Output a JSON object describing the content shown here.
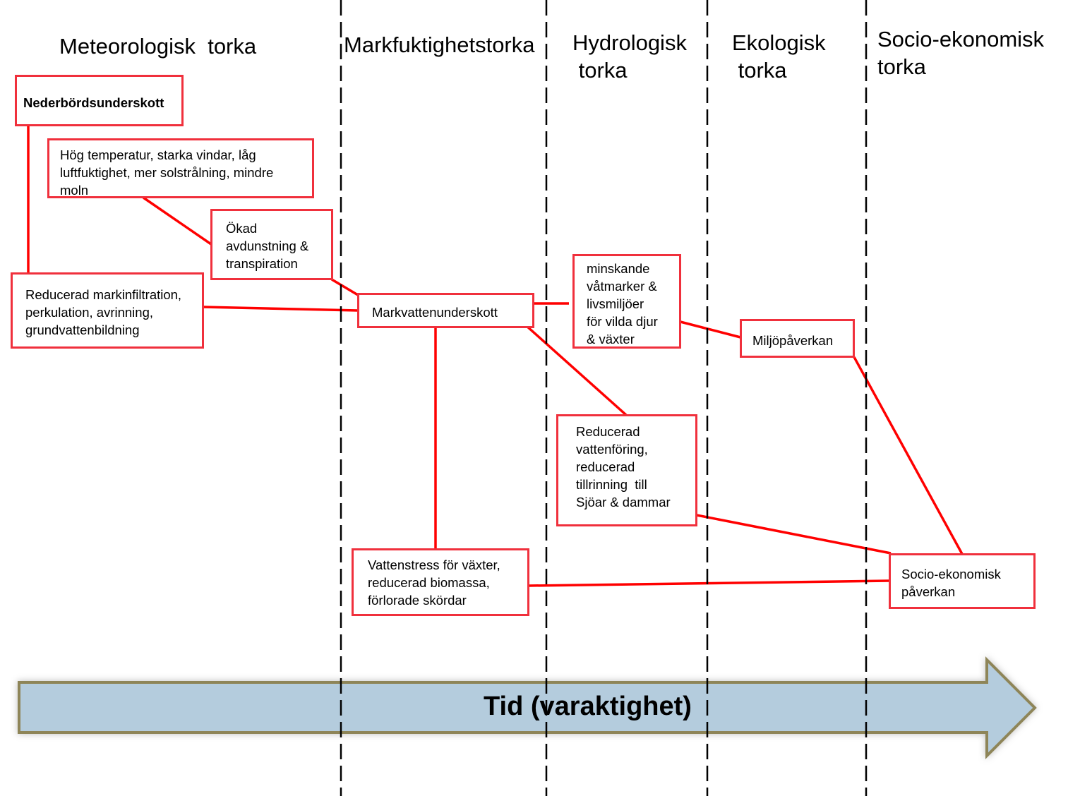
{
  "headers": {
    "meteorological": "Meteorologisk  torka",
    "soil_moisture": "Markfuktighetstorka",
    "hydrological": "Hydrologisk\n torka",
    "ecological": "Ekologisk\n torka",
    "socio_economic": "Socio-ekonomisk\ntorka"
  },
  "boxes": {
    "precipitation_deficit": "Nederbördsunderskott",
    "high_temperature": "Hög temperatur, starka vindar, låg\nluftfuktighet, mer solstrålning, mindre\nmoln",
    "increased_evaporation": "Ökad\navdunstning &\ntranspiration",
    "reduced_infiltration": "Reducerad markinfiltration,\nperkulation, avrinning,\ngrundvattenbildning",
    "soil_water_deficit": "Markvattenunderskott",
    "decreasing_wetlands": "minskande\nvåtmarker &\nlivsmiljöer\nför vilda djur\n& växter",
    "environmental_impact": "Miljöpåverkan",
    "reduced_streamflow": "Reducerad\nvattenföring,\nreducerad\ntillrinning  till\nSjöar & dammar",
    "water_stress": "Vattenstress för växter,\nreducerad biomassa,\nförlorade skördar",
    "socio_economic_impact": "Socio-ekonomisk\npåverkan"
  },
  "time_arrow": "Tid (varaktighet)",
  "colors": {
    "box_border": "#F0303C",
    "line": "#FF0000",
    "arrow_fill": "#B4CCDD",
    "arrow_stroke": "#8E8558"
  }
}
